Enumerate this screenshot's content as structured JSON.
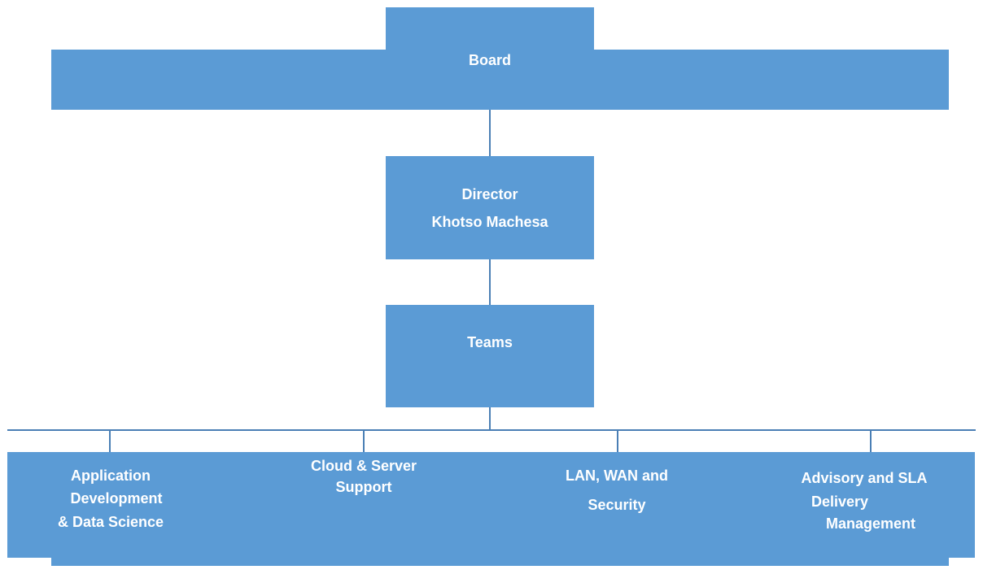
{
  "org_chart": {
    "board": {
      "label": "Board"
    },
    "director": {
      "title": "Director",
      "name": "Khotso Machesa"
    },
    "teams": {
      "label": "Teams"
    },
    "team_units": [
      {
        "lines": [
          "Application",
          "Development",
          "& Data Science"
        ]
      },
      {
        "lines": [
          "Cloud & Server",
          "Support"
        ]
      },
      {
        "lines": [
          "LAN, WAN and",
          "Security"
        ]
      },
      {
        "lines": [
          "Advisory and SLA",
          "Delivery",
          "Management"
        ]
      }
    ]
  },
  "colors": {
    "box_fill": "#5b9bd5",
    "connector": "#4a7fb5",
    "text": "#ffffff"
  }
}
